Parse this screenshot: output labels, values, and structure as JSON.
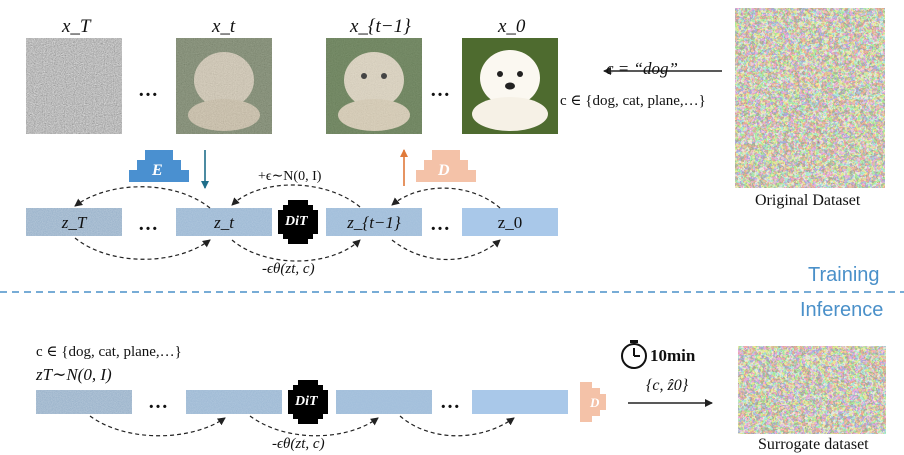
{
  "training": {
    "images": {
      "x_T": "x_T",
      "x_t": "x_t",
      "x_t_minus_1": "x_{t−1}",
      "x_0": "x_0"
    },
    "ellipsis": "…",
    "condition": "c  =  “dog”",
    "condition_set": "c ∈ {dog, cat, plane,…}",
    "encoder_label": "E",
    "decoder_label": "D",
    "dit_label": "DiT",
    "noise_add": "+ϵ∼N(0, I)",
    "noise_pred": "-ϵθ(zt, c)",
    "latents": [
      "z_T",
      "z_t",
      "z_{t−1}",
      "z_0"
    ],
    "dataset_label": "Original Dataset",
    "section_label": "Training"
  },
  "inference": {
    "section_label": "Inference",
    "condition_set": "c ∈ {dog, cat, plane,…}",
    "init": "zT∼N(0, I)",
    "dit_label": "DiT",
    "decoder_label": "D",
    "noise_pred": "-ϵθ(zt, c)",
    "timer": "10min",
    "output_pair": "{c, ẑ0}",
    "dataset_label": "Surrogate dataset"
  },
  "colors": {
    "encoder": "#4a90d0",
    "decoder": "#f4c2a8",
    "latent_clean": "#a9c8e9",
    "latent_noisy": "#8ea9c4",
    "divider": "#4a90c9",
    "arrow_blue": "#1f6e8a",
    "arrow_orange": "#e07a3a"
  },
  "icons": {
    "timer": "stopwatch-icon",
    "dit": "dit-block-icon"
  }
}
